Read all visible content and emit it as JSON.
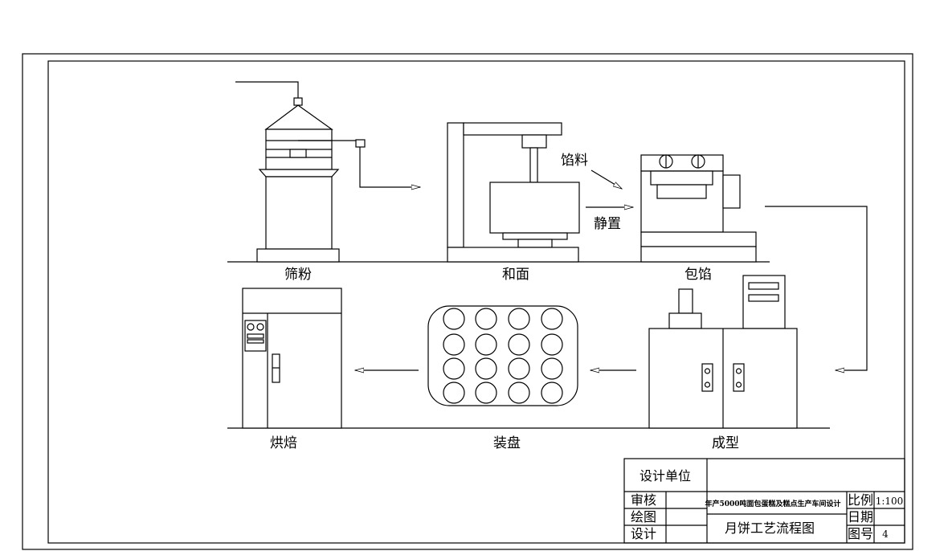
{
  "labels": {
    "sieve": "筛粉",
    "mix": "和面",
    "wrap": "包馅",
    "bake": "烘焙",
    "tray": "装盘",
    "form": "成型",
    "filling": "馅料",
    "rest": "静置"
  },
  "title_block": {
    "design_unit": "设计单位",
    "review": "审核",
    "drawing": "绘图",
    "designer": "设计",
    "project": "年产5000吨面包蛋糕及糕点生产车间设计",
    "drawing_title": "月饼工艺流程图",
    "scale_label": "比例",
    "scale_value": "1:100",
    "date_label": "日期",
    "drawing_no_label": "图号",
    "drawing_no_value": "4"
  }
}
